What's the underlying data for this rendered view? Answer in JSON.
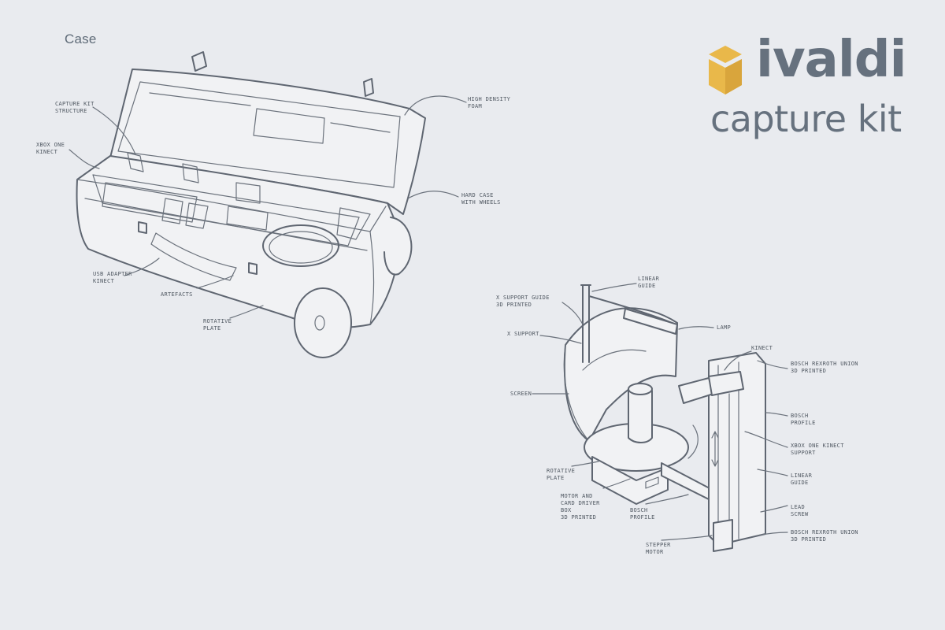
{
  "section_title": "Case",
  "logo": {
    "brand": "ivaldi",
    "product": "capture kit",
    "accent_color": "#e9b84a",
    "text_color": "#66717e"
  },
  "case_labels": {
    "capture_kit_structure": "capture kit\nstructure",
    "xbox_one_kinect": "xbox one\nkinect",
    "high_density_foam": "high density\nfoam",
    "hard_case_with_wheels": "hard case\nwith wheels",
    "usb_adapter_kinect": "usb adapter\nkinect",
    "artefacts": "artefacts",
    "rotative_plate": "rotative\nplate"
  },
  "rig_labels": {
    "linear_guide_top": "linear\nguide",
    "x_support_guide": "x support guide\n3d printed",
    "x_support": "x support",
    "lamp": "lamp",
    "kinect": "kinect",
    "bosch_rexroth_union_top": "bosch rexroth union\n3d printed",
    "screen": "screen",
    "bosch_profile": "bosch\nprofile",
    "xbox_one_kinect_support": "xbox one kinect\nsupport",
    "linear_guide": "linear\nguide",
    "rotative_plate": "rotative\nplate",
    "motor_card_driver_box": "motor and\ncard driver\nbox\n3d printed",
    "bosch_profile_bottom": "bosch\nprofile",
    "lead_screw": "lead\nscrew",
    "bosch_rexroth_union_bottom": "bosch rexroth union\n3d printed",
    "stepper_motor": "stepper\nmotor"
  }
}
